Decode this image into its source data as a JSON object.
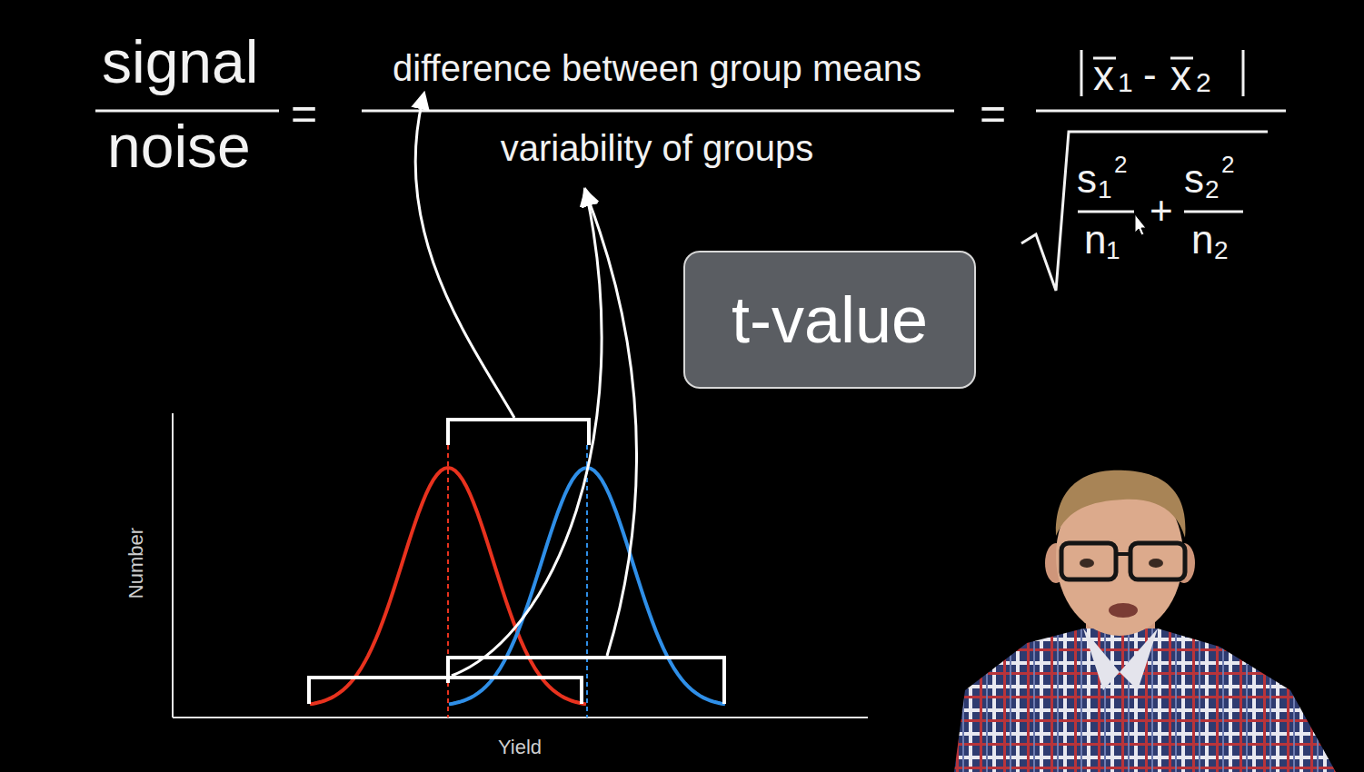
{
  "diagram": {
    "nodes": [
      {
        "text": [
          "t-value"
        ]
      }
    ],
    "labels": [
      "signal",
      "noise",
      "=",
      "difference between group means",
      "variability of groups",
      "=",
      "x",
      "1",
      "-",
      "x",
      "2",
      "s",
      "1",
      "2",
      "n",
      "1",
      "+",
      "s",
      "2",
      "2",
      "n",
      "2",
      "Number",
      "Yield"
    ]
  }
}
